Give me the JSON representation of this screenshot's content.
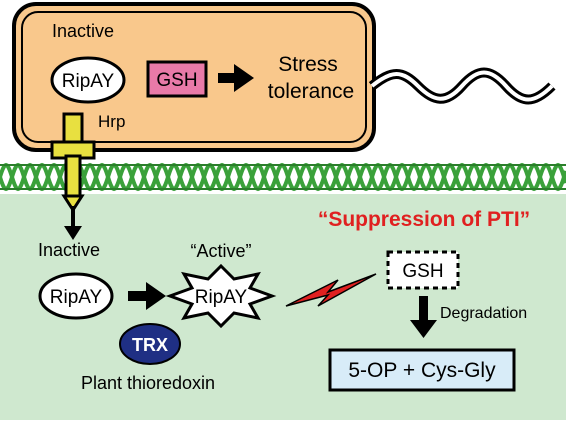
{
  "bacterium": {
    "inactive_label": "Inactive",
    "ripay_label": "RipAY",
    "gsh_label": "GSH",
    "stress_label_line1": "Stress",
    "stress_label_line2": "tolerance",
    "hrp_label": "Hrp"
  },
  "plant": {
    "inactive_label": "Inactive",
    "ripay_label": "RipAY",
    "active_label": "“Active”",
    "active_ripay_label": "RipAY",
    "trx_label": "TRX",
    "thioredoxin_label": "Plant thioredoxin",
    "suppression_label": "“Suppression of PTI”",
    "gsh_label": "GSH",
    "degradation_label": "Degradation",
    "product_label": "5-OP + Cys-Gly"
  },
  "colors": {
    "cell_fill": "#f9c88c",
    "plant_fill": "#cfe8cf",
    "membrane": "#3aa13a",
    "gsh_box": "#e87aa8",
    "trx_fill": "#1f2f84",
    "product_box": "#d8ecf8",
    "suppression_text": "#e02020",
    "needle": "#e8e040"
  }
}
